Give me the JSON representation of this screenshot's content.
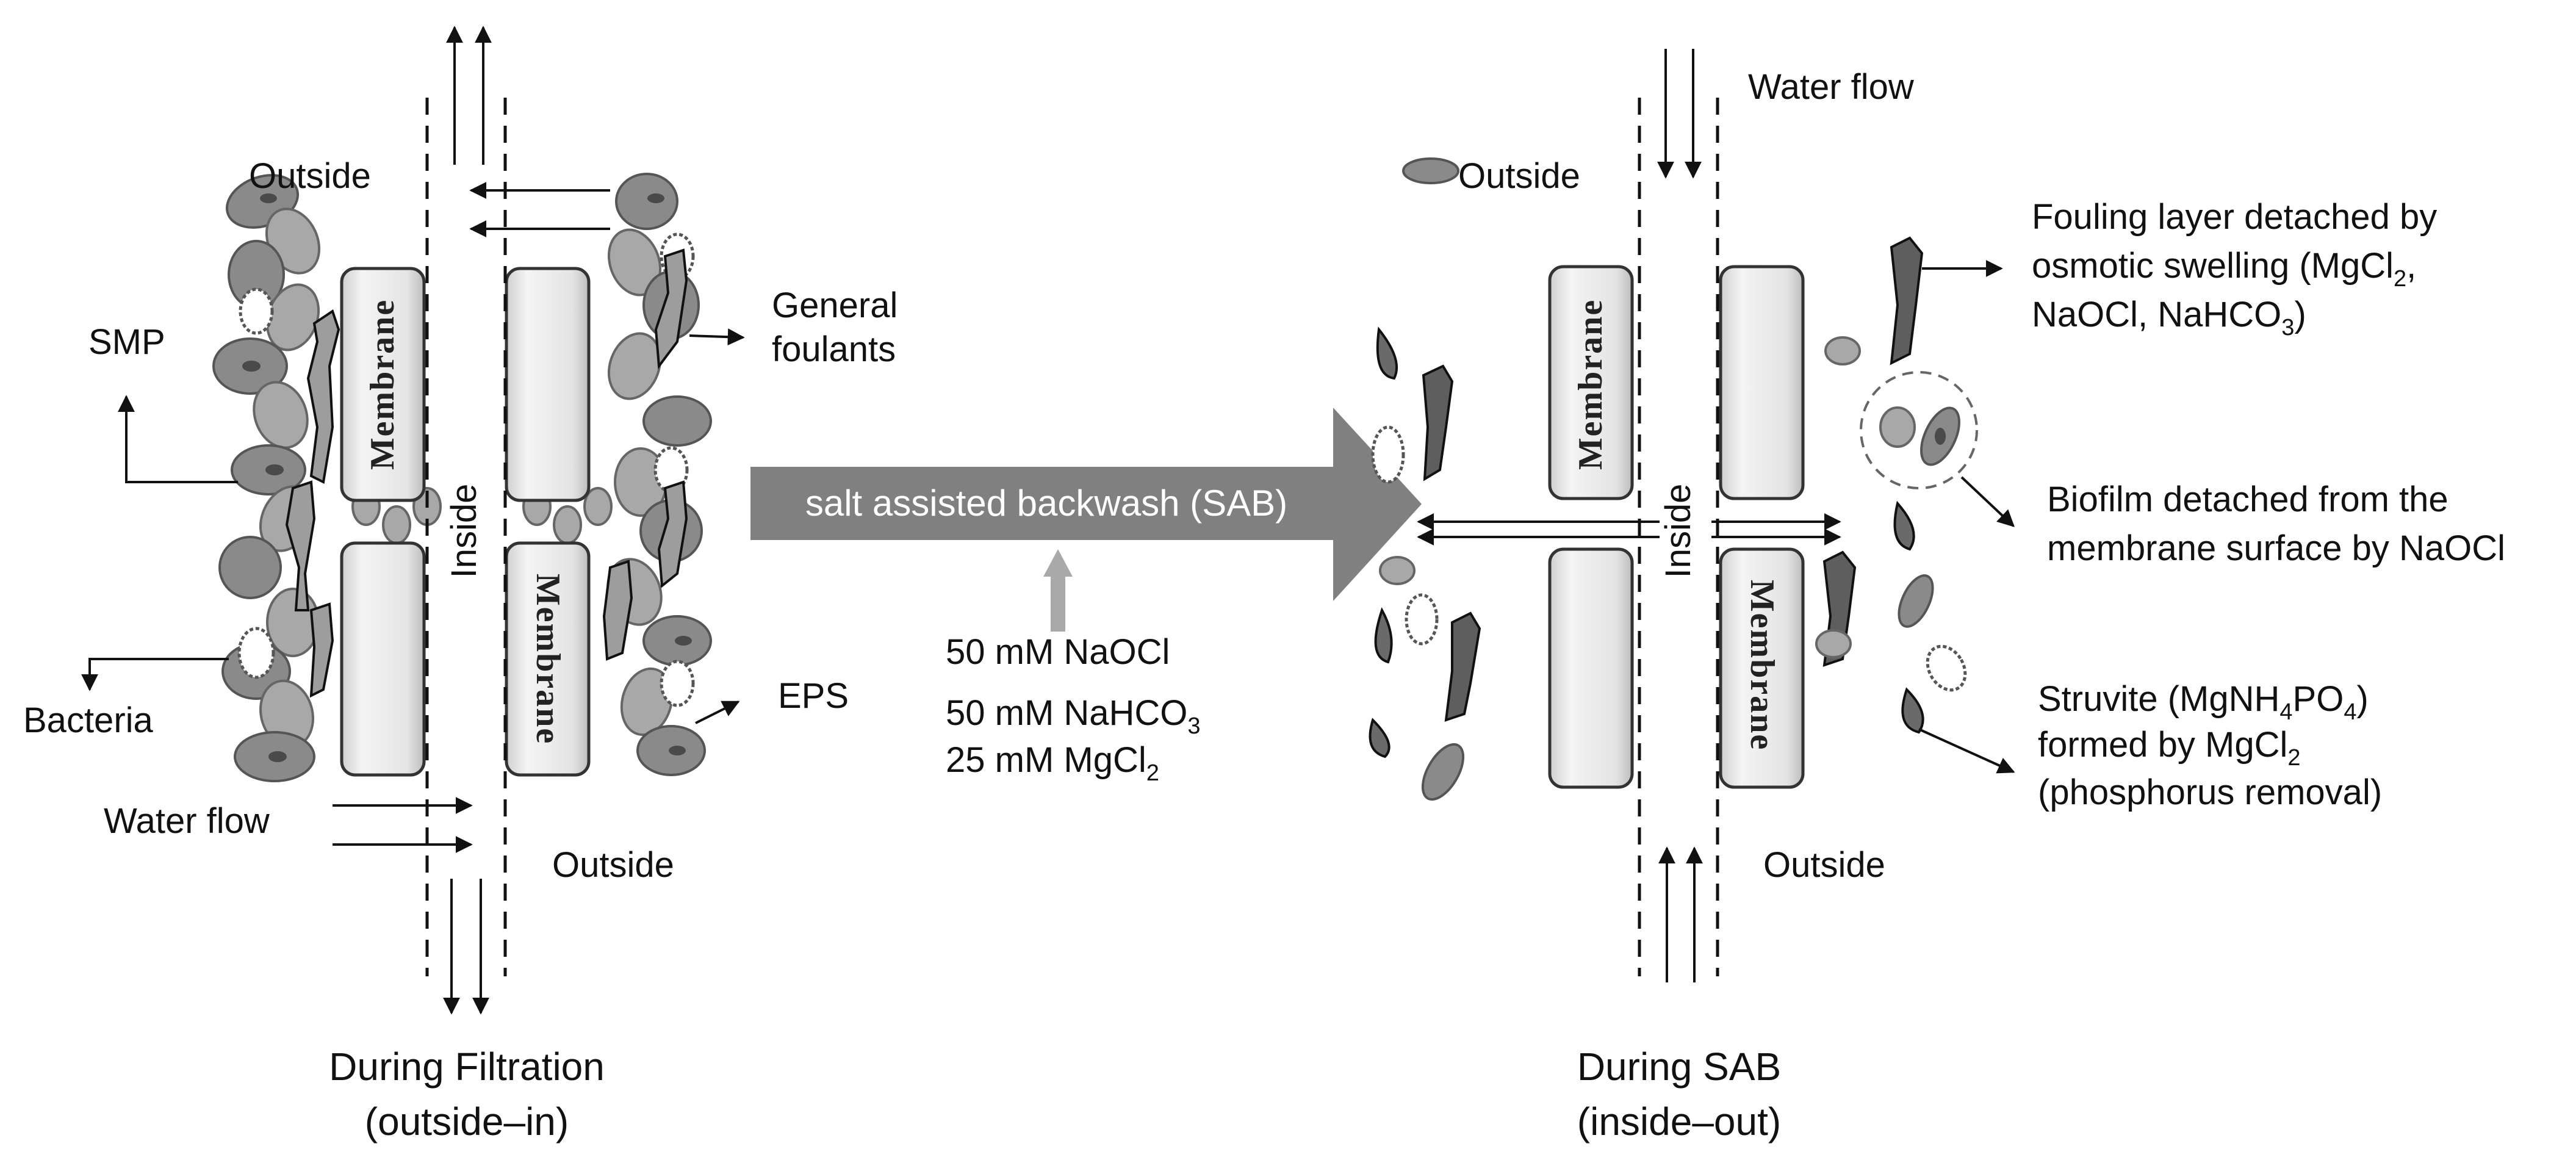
{
  "left_panel": {
    "caption_line1": "During Filtration",
    "caption_line2": "(outside–in)",
    "outside_top": "Outside",
    "outside_bottom": "Outside",
    "inside": "Inside",
    "water_flow": "Water flow",
    "membrane_label": "Membrane",
    "labels": {
      "smp": "SMP",
      "bacteria": "Bacteria",
      "general_foulants_line1": "General",
      "general_foulants_line2": "foulants",
      "eps": "EPS"
    }
  },
  "center": {
    "process_arrow_label": "salt assisted backwash (SAB)",
    "chemicals": [
      {
        "amount": "50 mM",
        "formula": "NaOCl",
        "subscript": ""
      },
      {
        "amount": "50 mM",
        "formula": "NaHCO",
        "subscript": "3"
      },
      {
        "amount": "25 mM",
        "formula": "MgCl",
        "subscript": "2"
      }
    ]
  },
  "right_panel": {
    "caption_line1": "During SAB",
    "caption_line2": "(inside–out)",
    "outside_top": "Outside",
    "outside_bottom": "Outside",
    "inside": "Inside",
    "water_flow": "Water flow",
    "membrane_label": "Membrane",
    "annotations": {
      "fouling": {
        "line1": "Fouling layer detached by",
        "line2_pre": "osmotic swelling (MgCl",
        "line2_sub": "2",
        "line2_post": ",",
        "line3_pre": "NaOCl, NaHCO",
        "line3_sub": "3",
        "line3_post": ")"
      },
      "biofilm": {
        "line1": "Biofilm detached from the",
        "line2": "membrane surface by NaOCl"
      },
      "struvite": {
        "line1_pre": "Struvite (MgNH",
        "line1_sub1": "4",
        "line1_mid": "PO",
        "line1_sub2": "4",
        "line1_post": ")",
        "line2_pre": "formed by MgCl",
        "line2_sub": "2",
        "line3": "(phosphorus removal)"
      }
    }
  },
  "colors": {
    "process_arrow": "#808080",
    "chemical_arrow": "#a9a9a9",
    "membrane_fill": "#e6e6e6",
    "foulant_dark": "#5e5e5e"
  }
}
